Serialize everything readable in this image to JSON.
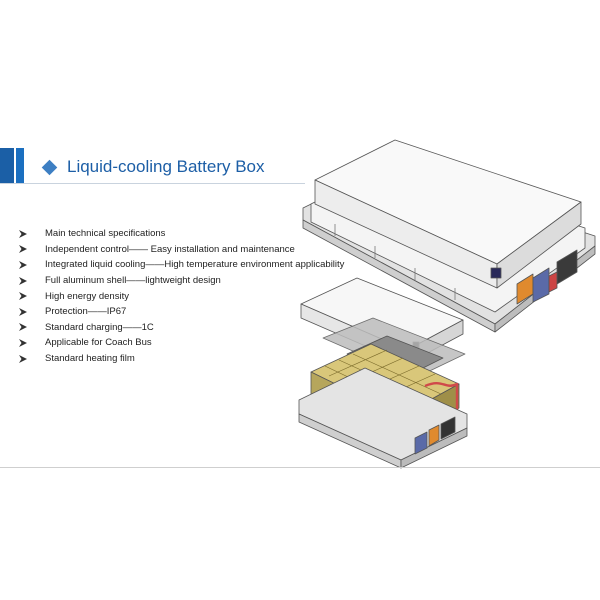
{
  "slide": {
    "title": "Liquid-cooling Battery Box",
    "accent_color": "#1b5fa6",
    "title_color": "#1c5ea6",
    "bullet_icon": "arrowhead-icon",
    "title_icon": "diamond-icon",
    "specs": [
      "Main technical specifications",
      "Independent control—— Easy installation and maintenance",
      "Integrated liquid cooling——High temperature environment applicability",
      "Full aluminum shell——lightweight design",
      "High energy density",
      "Protection——IP67",
      "Standard charging——1C",
      "Applicable for Coach Bus",
      "Standard heating film"
    ]
  }
}
